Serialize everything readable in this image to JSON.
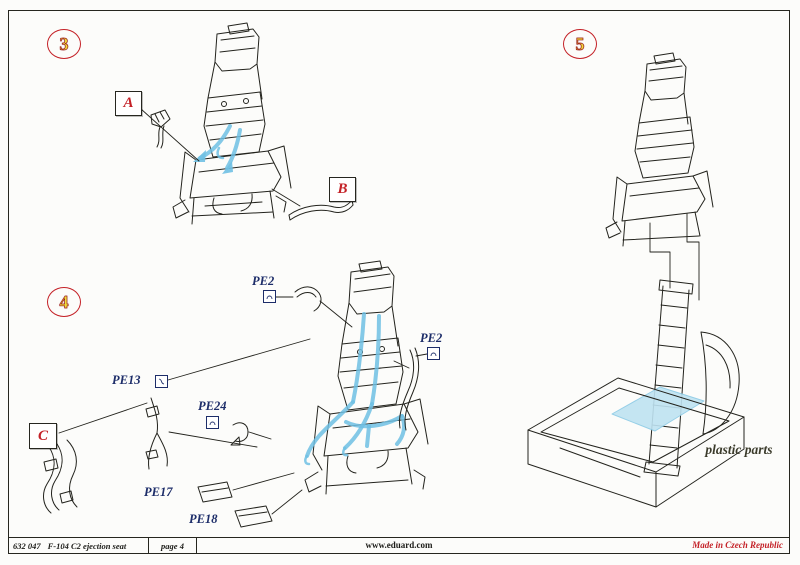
{
  "colors": {
    "step_circle": "#c42127",
    "step_number": "#efdf3a",
    "part_letter": "#c42127",
    "pe_label": "#1d2d69",
    "highlight_blue": "#6fc0e3",
    "floor_highlight": "#bfe3f2",
    "made_in_red": "#c42127",
    "plastic_parts_text": "#3b3b2b",
    "line_art": "#23231d"
  },
  "steps": [
    {
      "number": "3"
    },
    {
      "number": "4"
    },
    {
      "number": "5"
    }
  ],
  "part_labels": [
    {
      "letter": "A"
    },
    {
      "letter": "B"
    },
    {
      "letter": "C"
    }
  ],
  "pe_labels": [
    {
      "text": "PE2"
    },
    {
      "text": "PE2"
    },
    {
      "text": "PE13"
    },
    {
      "text": "PE24"
    },
    {
      "text": "PE17"
    },
    {
      "text": "PE18"
    }
  ],
  "annotations": {
    "plastic_parts": "plastic parts"
  },
  "footer": {
    "kit_code": "632 047",
    "kit_name": "F-104 C2 ejection seat",
    "page": "page 4",
    "website": "www.eduard.com",
    "made_in": "Made in Czech Republic"
  }
}
